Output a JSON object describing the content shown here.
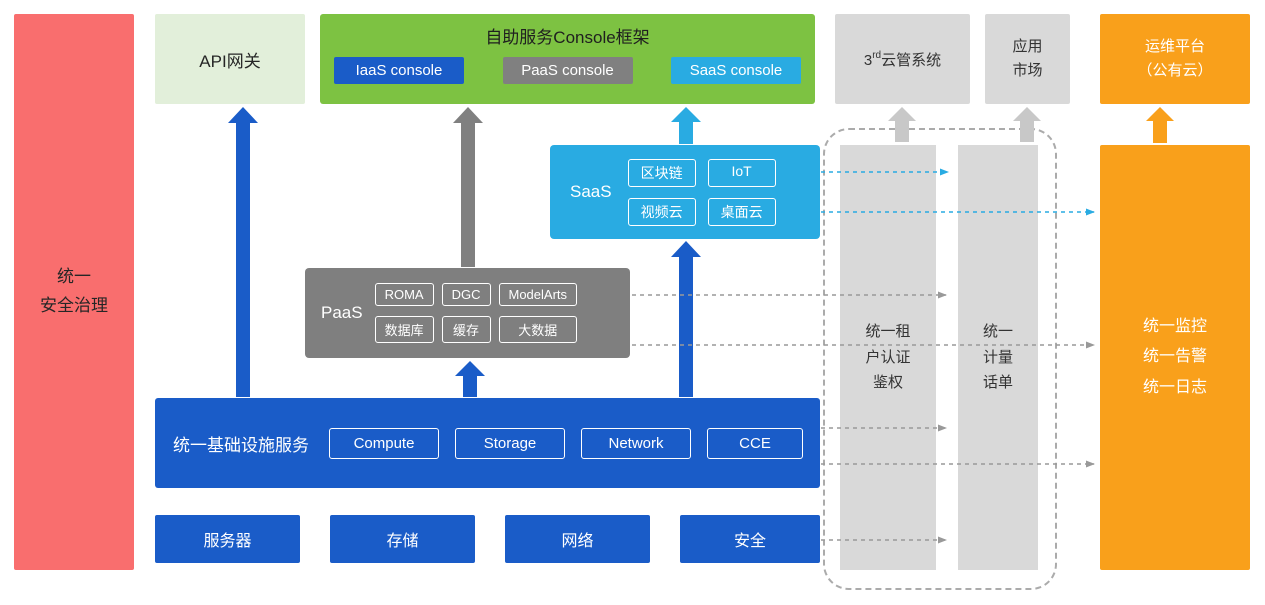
{
  "colors": {
    "red": "#F96E6E",
    "light_green": "#E2EFDA",
    "green": "#7DC242",
    "blue": "#1A5CC8",
    "gray_box": "#D9D9D9",
    "dark_gray": "#7F7F7F",
    "cyan": "#29ABE2",
    "orange": "#F9A01B"
  },
  "security_bar": {
    "label": "统一\n安全治理"
  },
  "api_gateway": {
    "label": "API网关"
  },
  "console_framework": {
    "title": "自助服务Console框架",
    "consoles": [
      "IaaS console",
      "PaaS console",
      "SaaS console"
    ]
  },
  "third_cloud": {
    "prefix": "3",
    "sup": "rd",
    "suffix": "云管系统"
  },
  "app_market": {
    "label": "应用\n市场"
  },
  "om_platform": {
    "label": "运维平台\n（公有云）"
  },
  "saas": {
    "label": "SaaS",
    "items": [
      "区块链",
      "IoT",
      "视频云",
      "桌面云"
    ]
  },
  "paas": {
    "label": "PaaS",
    "items": [
      "ROMA",
      "DGC",
      "ModelArts",
      "数据库",
      "缓存",
      "大数据"
    ]
  },
  "infrastructure": {
    "label": "统一基础设施服务",
    "items": [
      "Compute",
      "Storage",
      "Network",
      "CCE"
    ]
  },
  "resources": [
    "服务器",
    "存储",
    "网络",
    "安全"
  ],
  "auth_bar": {
    "label": "统一租\n户认证\n鉴权"
  },
  "metering_bar": {
    "label": "统一\n计量\n话单"
  },
  "monitoring_bar": {
    "label": "统一监控\n统一告警\n统一日志"
  }
}
